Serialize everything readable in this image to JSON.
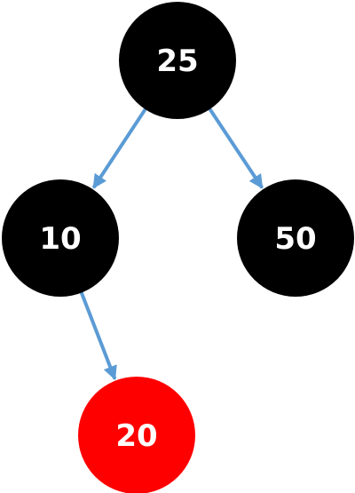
{
  "diagram": {
    "type": "red-black-tree",
    "colors": {
      "black_node": "#000000",
      "red_node": "#ff0000",
      "edge": "#5b9bd5",
      "label": "#ffffff"
    },
    "nodes": [
      {
        "id": "n25",
        "label": "25",
        "color": "black"
      },
      {
        "id": "n10",
        "label": "10",
        "color": "black"
      },
      {
        "id": "n50",
        "label": "50",
        "color": "black"
      },
      {
        "id": "n20",
        "label": "20",
        "color": "red"
      }
    ],
    "edges": [
      {
        "from": "n25",
        "to": "n10"
      },
      {
        "from": "n25",
        "to": "n50"
      },
      {
        "from": "n10",
        "to": "n20"
      }
    ]
  }
}
